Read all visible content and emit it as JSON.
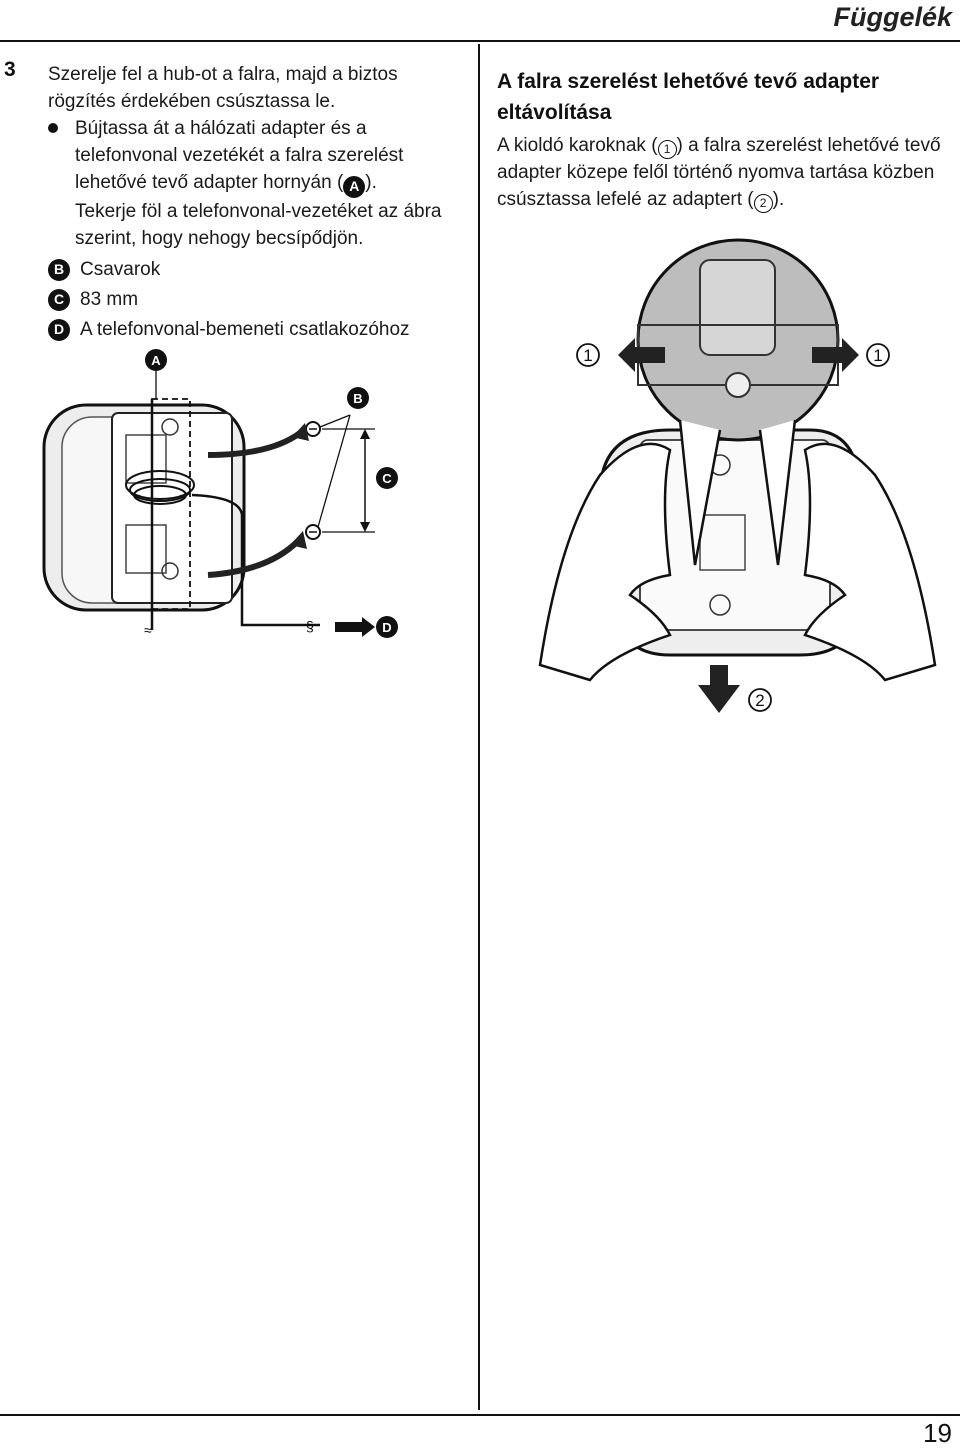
{
  "header": {
    "title": "Függelék"
  },
  "footer": {
    "page_number": "19"
  },
  "left": {
    "step_number": "3",
    "intro": "Szerelje fel a hub-ot a falra, majd a biztos rögzítés érdekében csúsztassa le.",
    "bullet_text_before": "Bújtassa át a hálózati adapter és a telefonvonal vezetékét a falra szerelést lehetővé tevő adapter hornyán (",
    "bullet_badge": "A",
    "bullet_text_after": ").",
    "bullet_text_2": "Tekerje föl a telefonvonal-vezetéket az ábra szerint, hogy nehogy becsípődjön.",
    "legend": [
      {
        "letter": "B",
        "text": "Csavarok"
      },
      {
        "letter": "C",
        "text": "83 mm"
      },
      {
        "letter": "D",
        "text": "A telefonvonal-bemeneti csatlakozóhoz"
      }
    ]
  },
  "right": {
    "title": "A falra szerelést lehetővé tevő adapter eltávolítása",
    "text_1": "A kioldó karoknak (",
    "circled_1": "1",
    "text_2": ") a falra szerelést lehetővé tevő adapter közepe felől történő nyomva tartása közben csúsztassa lefelé az adaptert (",
    "circled_2": "2",
    "text_3": ")."
  },
  "figure_labels": {
    "a": "A",
    "b": "B",
    "c": "C",
    "d": "D",
    "one": "1",
    "two": "2"
  }
}
